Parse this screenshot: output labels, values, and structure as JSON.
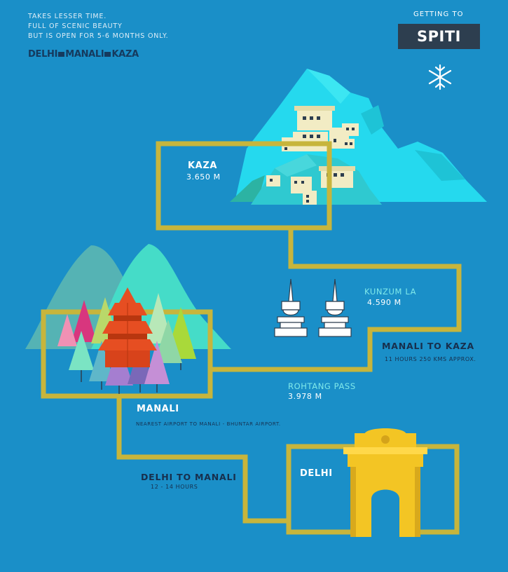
{
  "tagline": [
    "TAKES LESSER TIME.",
    "FULL OF SCENIC BEAUTY",
    "BUT IS OPEN FOR 5-6 MONTHS ONLY."
  ],
  "route_brand": {
    "a": "DELHI",
    "b": "MANALI",
    "c": "KAZA"
  },
  "header": {
    "pre_title": "GETTING TO",
    "title": "SPITI"
  },
  "kaza": {
    "name": "KAZA",
    "altitude": "3.650 M"
  },
  "kunzum": {
    "name": "KUNZUM LA",
    "altitude": "4.590 M"
  },
  "rohtang": {
    "name": "ROHTANG PASS",
    "altitude": "3.978 M"
  },
  "manali_kaza": {
    "label": "MANALI TO KAZA",
    "detail": "11 HOURS 250 KMS APPROX."
  },
  "manali": {
    "name": "MANALI",
    "airport_note": "NEAREST AIRPORT TO MANALI - BHUNTAR AIRPORT."
  },
  "delhi_manali": {
    "label": "DELHI TO MANALI",
    "detail": "12 - 14 HOURS"
  },
  "delhi": {
    "name": "DELHI"
  },
  "colors": {
    "background": "#1a8fc8",
    "route_line": "#c7b53c",
    "title_banner": "#2d3e4f",
    "kaza_mountain": "#25d9ee",
    "pass_text": "#7fe9ea",
    "india_gate": "#f3c524",
    "dark_text": "#172f4d"
  },
  "icons": [
    "snowflake-icon",
    "stupa-icon",
    "india-gate-icon",
    "temple-icon",
    "pine-tree-icon",
    "mountain-icon",
    "house-icon"
  ]
}
